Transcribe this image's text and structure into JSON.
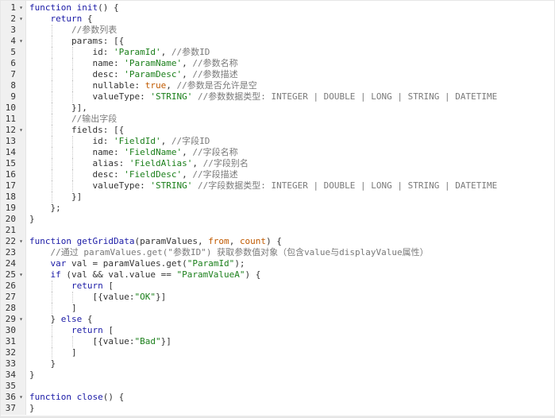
{
  "editor": {
    "lines": [
      {
        "n": "1",
        "fold": true,
        "indent": 0,
        "tokens": [
          {
            "t": "function ",
            "c": "kw"
          },
          {
            "t": "init",
            "c": "fn"
          },
          {
            "t": "() {",
            "c": ""
          }
        ]
      },
      {
        "n": "2",
        "fold": true,
        "indent": 1,
        "tokens": [
          {
            "t": "return",
            "c": "kw"
          },
          {
            "t": " {",
            "c": ""
          }
        ]
      },
      {
        "n": "3",
        "fold": false,
        "indent": 2,
        "tokens": [
          {
            "t": "//参数列表",
            "c": "com"
          }
        ]
      },
      {
        "n": "4",
        "fold": true,
        "indent": 2,
        "tokens": [
          {
            "t": "params: [{",
            "c": "prop"
          }
        ]
      },
      {
        "n": "5",
        "fold": false,
        "indent": 3,
        "tokens": [
          {
            "t": "id: ",
            "c": "prop"
          },
          {
            "t": "'ParamId'",
            "c": "str"
          },
          {
            "t": ", ",
            "c": ""
          },
          {
            "t": "//参数ID",
            "c": "com"
          }
        ]
      },
      {
        "n": "6",
        "fold": false,
        "indent": 3,
        "tokens": [
          {
            "t": "name: ",
            "c": "prop"
          },
          {
            "t": "'ParamName'",
            "c": "str"
          },
          {
            "t": ", ",
            "c": ""
          },
          {
            "t": "//参数名称",
            "c": "com"
          }
        ]
      },
      {
        "n": "7",
        "fold": false,
        "indent": 3,
        "tokens": [
          {
            "t": "desc: ",
            "c": "prop"
          },
          {
            "t": "'ParamDesc'",
            "c": "str"
          },
          {
            "t": ", ",
            "c": ""
          },
          {
            "t": "//参数描述",
            "c": "com"
          }
        ]
      },
      {
        "n": "8",
        "fold": false,
        "indent": 3,
        "tokens": [
          {
            "t": "nullable: ",
            "c": "prop"
          },
          {
            "t": "true",
            "c": "lit"
          },
          {
            "t": ", ",
            "c": ""
          },
          {
            "t": "//参数是否允许是空",
            "c": "com"
          }
        ]
      },
      {
        "n": "9",
        "fold": false,
        "indent": 3,
        "tokens": [
          {
            "t": "valueType: ",
            "c": "prop"
          },
          {
            "t": "'STRING'",
            "c": "str"
          },
          {
            "t": " ",
            "c": ""
          },
          {
            "t": "//参数数据类型: INTEGER | DOUBLE | LONG | STRING | DATETIME",
            "c": "com"
          }
        ]
      },
      {
        "n": "10",
        "fold": false,
        "indent": 2,
        "tokens": [
          {
            "t": "}],",
            "c": ""
          }
        ]
      },
      {
        "n": "11",
        "fold": false,
        "indent": 2,
        "tokens": [
          {
            "t": "//输出字段",
            "c": "com"
          }
        ]
      },
      {
        "n": "12",
        "fold": true,
        "indent": 2,
        "tokens": [
          {
            "t": "fields: [{",
            "c": "prop"
          }
        ]
      },
      {
        "n": "13",
        "fold": false,
        "indent": 3,
        "tokens": [
          {
            "t": "id: ",
            "c": "prop"
          },
          {
            "t": "'FieldId'",
            "c": "str"
          },
          {
            "t": ", ",
            "c": ""
          },
          {
            "t": "//字段ID",
            "c": "com"
          }
        ]
      },
      {
        "n": "14",
        "fold": false,
        "indent": 3,
        "tokens": [
          {
            "t": "name: ",
            "c": "prop"
          },
          {
            "t": "'FieldName'",
            "c": "str"
          },
          {
            "t": ", ",
            "c": ""
          },
          {
            "t": "//字段名称",
            "c": "com"
          }
        ]
      },
      {
        "n": "15",
        "fold": false,
        "indent": 3,
        "tokens": [
          {
            "t": "alias: ",
            "c": "prop"
          },
          {
            "t": "'FieldAlias'",
            "c": "str"
          },
          {
            "t": ", ",
            "c": ""
          },
          {
            "t": "//字段别名",
            "c": "com"
          }
        ]
      },
      {
        "n": "16",
        "fold": false,
        "indent": 3,
        "tokens": [
          {
            "t": "desc: ",
            "c": "prop"
          },
          {
            "t": "'FieldDesc'",
            "c": "str"
          },
          {
            "t": ", ",
            "c": ""
          },
          {
            "t": "//字段描述",
            "c": "com"
          }
        ]
      },
      {
        "n": "17",
        "fold": false,
        "indent": 3,
        "tokens": [
          {
            "t": "valueType: ",
            "c": "prop"
          },
          {
            "t": "'STRING'",
            "c": "str"
          },
          {
            "t": " ",
            "c": ""
          },
          {
            "t": "//字段数据类型: INTEGER | DOUBLE | LONG | STRING | DATETIME",
            "c": "com"
          }
        ]
      },
      {
        "n": "18",
        "fold": false,
        "indent": 2,
        "tokens": [
          {
            "t": "}]",
            "c": ""
          }
        ]
      },
      {
        "n": "19",
        "fold": false,
        "indent": 1,
        "tokens": [
          {
            "t": "};",
            "c": ""
          }
        ]
      },
      {
        "n": "20",
        "fold": false,
        "indent": 0,
        "tokens": [
          {
            "t": "}",
            "c": ""
          }
        ]
      },
      {
        "n": "21",
        "fold": false,
        "indent": 0,
        "tokens": []
      },
      {
        "n": "22",
        "fold": true,
        "indent": 0,
        "tokens": [
          {
            "t": "function ",
            "c": "kw"
          },
          {
            "t": "getGridData",
            "c": "fn"
          },
          {
            "t": "(paramValues, ",
            "c": ""
          },
          {
            "t": "from",
            "c": "lit"
          },
          {
            "t": ", ",
            "c": ""
          },
          {
            "t": "count",
            "c": "lit"
          },
          {
            "t": ") {",
            "c": ""
          }
        ]
      },
      {
        "n": "23",
        "fold": false,
        "indent": 1,
        "tokens": [
          {
            "t": "//通过 paramValues.get(\"参数ID\") 获取参数值对象（包含value与displayValue属性）",
            "c": "com"
          }
        ]
      },
      {
        "n": "24",
        "fold": false,
        "indent": 1,
        "tokens": [
          {
            "t": "var",
            "c": "kw"
          },
          {
            "t": " val = paramValues.get(",
            "c": ""
          },
          {
            "t": "\"ParamId\"",
            "c": "str"
          },
          {
            "t": ");",
            "c": ""
          }
        ]
      },
      {
        "n": "25",
        "fold": true,
        "indent": 1,
        "tokens": [
          {
            "t": "if",
            "c": "kw"
          },
          {
            "t": " (val && val.value == ",
            "c": ""
          },
          {
            "t": "\"ParamValueA\"",
            "c": "str"
          },
          {
            "t": ") {",
            "c": ""
          }
        ]
      },
      {
        "n": "26",
        "fold": false,
        "indent": 2,
        "tokens": [
          {
            "t": "return",
            "c": "kw"
          },
          {
            "t": " [",
            "c": ""
          }
        ]
      },
      {
        "n": "27",
        "fold": false,
        "indent": 3,
        "tokens": [
          {
            "t": "[{value:",
            "c": ""
          },
          {
            "t": "\"OK\"",
            "c": "str"
          },
          {
            "t": "}]",
            "c": ""
          }
        ]
      },
      {
        "n": "28",
        "fold": false,
        "indent": 2,
        "tokens": [
          {
            "t": "]",
            "c": ""
          }
        ]
      },
      {
        "n": "29",
        "fold": true,
        "indent": 1,
        "tokens": [
          {
            "t": "} ",
            "c": ""
          },
          {
            "t": "else",
            "c": "kw"
          },
          {
            "t": " {",
            "c": ""
          }
        ]
      },
      {
        "n": "30",
        "fold": false,
        "indent": 2,
        "tokens": [
          {
            "t": "return",
            "c": "kw"
          },
          {
            "t": " [",
            "c": ""
          }
        ]
      },
      {
        "n": "31",
        "fold": false,
        "indent": 3,
        "tokens": [
          {
            "t": "[{value:",
            "c": ""
          },
          {
            "t": "\"Bad\"",
            "c": "str"
          },
          {
            "t": "}]",
            "c": ""
          }
        ]
      },
      {
        "n": "32",
        "fold": false,
        "indent": 2,
        "tokens": [
          {
            "t": "]",
            "c": ""
          }
        ]
      },
      {
        "n": "33",
        "fold": false,
        "indent": 1,
        "tokens": [
          {
            "t": "}",
            "c": ""
          }
        ]
      },
      {
        "n": "34",
        "fold": false,
        "indent": 0,
        "tokens": [
          {
            "t": "}",
            "c": ""
          }
        ]
      },
      {
        "n": "35",
        "fold": false,
        "indent": 0,
        "tokens": []
      },
      {
        "n": "36",
        "fold": true,
        "indent": 0,
        "tokens": [
          {
            "t": "function ",
            "c": "kw"
          },
          {
            "t": "close",
            "c": "fn"
          },
          {
            "t": "() {",
            "c": ""
          }
        ]
      },
      {
        "n": "37",
        "fold": false,
        "indent": 0,
        "tokens": [
          {
            "t": "}",
            "c": ""
          }
        ]
      }
    ],
    "fold_glyph": "▾",
    "colors": {
      "keyword": "#1a1aa6",
      "string": "#1a7f1a",
      "comment": "#7a7a7a",
      "literal": "#c05a00",
      "gutter": "#f0f0f0"
    }
  }
}
